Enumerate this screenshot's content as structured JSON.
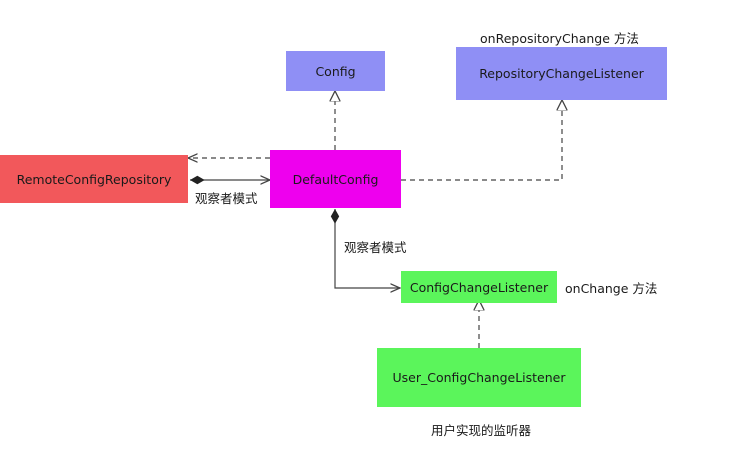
{
  "colors": {
    "config": "#8f8ff5",
    "listener": "#8f8ff5",
    "remote": "#f2585b",
    "default": "#ee00ee",
    "change_listener": "#5bf55b",
    "edge": "#444444"
  },
  "nodes": {
    "config": "Config",
    "repository_change_listener": "RepositoryChangeListener",
    "remote_config_repository": "RemoteConfigRepository",
    "default_config": "DefaultConfig",
    "config_change_listener": "ConfigChangeListener",
    "user_config_change_listener": "User_ConfigChangeListener"
  },
  "notes": {
    "on_repository_change": "onRepositoryChange 方法",
    "observer_pattern_1": "观察者模式",
    "observer_pattern_2": "观察者模式",
    "on_change": "onChange 方法",
    "user_implemented_listener": "用户实现的监听器"
  }
}
